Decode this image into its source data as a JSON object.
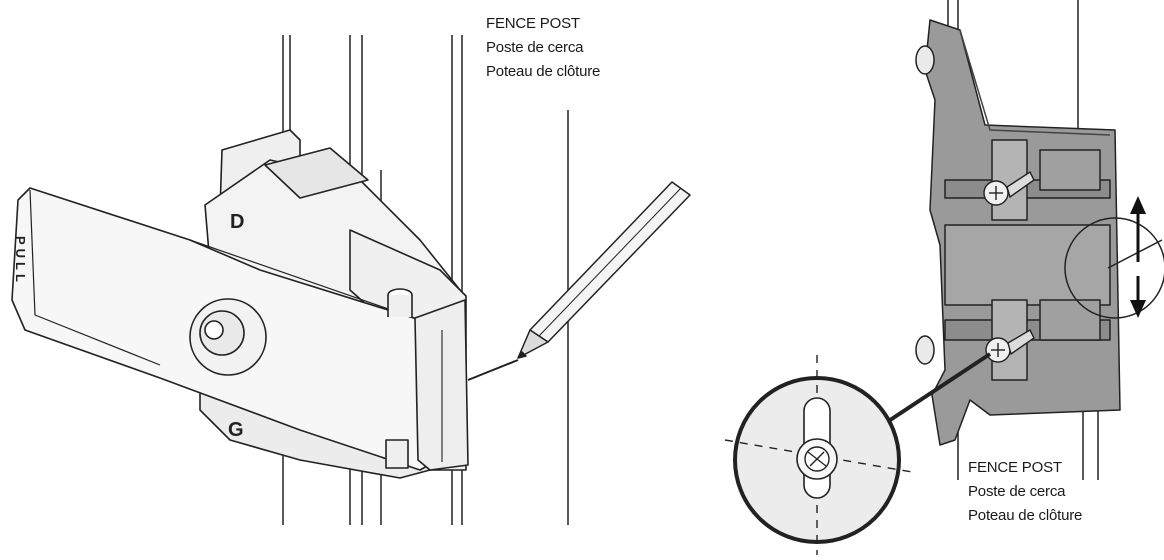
{
  "labels": {
    "left": {
      "line1": "FENCE POST",
      "line2": "Poste de cerca",
      "line3": "Poteau de clôture"
    },
    "right": {
      "line1": "FENCE POST",
      "line2": "Poste de cerca",
      "line3": "Poteau de clôture"
    }
  },
  "latch": {
    "handle_text": "PULL",
    "top_letter": "D",
    "bottom_letter": "G"
  },
  "icons": [
    "pencil-icon",
    "screw-icon",
    "up-arrow-icon",
    "down-arrow-icon",
    "magnifier-circle-icon"
  ],
  "colors": {
    "line": "#1a1a1a",
    "part_gray": "#9a9a9a",
    "latch_gray": "#ececec"
  }
}
